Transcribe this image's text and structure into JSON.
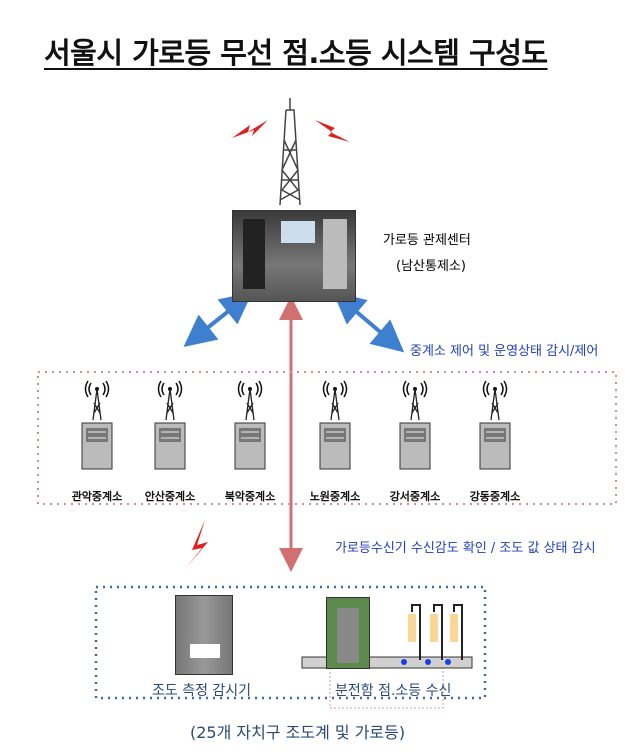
{
  "title": "서울시 가로등 무선 점.소등 시스템 구성도",
  "center": {
    "name": "가로등 관제센터",
    "sub": "(남산통제소)"
  },
  "relay_control_text": "중계소 제어 및 운영상태 감시/제어",
  "relay_stations": [
    "관악중계소",
    "안산중계소",
    "북악중계소",
    "노원중계소",
    "강서중계소",
    "강동중계소"
  ],
  "receiver_monitor_text": "가로등수신기 수신감도 확인 / 조도 값 상태 감시",
  "field": {
    "illuminance_label": "조도 측정 감시기",
    "panel_label": "분전함 점.소등 수신",
    "footer": "(25개 자치구 조도계 및 가로등)"
  },
  "colors": {
    "blue_text": "#1f3fbf",
    "lightning": "#e02020",
    "red_arrow": "#d07070",
    "blue_arrow": "#3f7fd0"
  }
}
